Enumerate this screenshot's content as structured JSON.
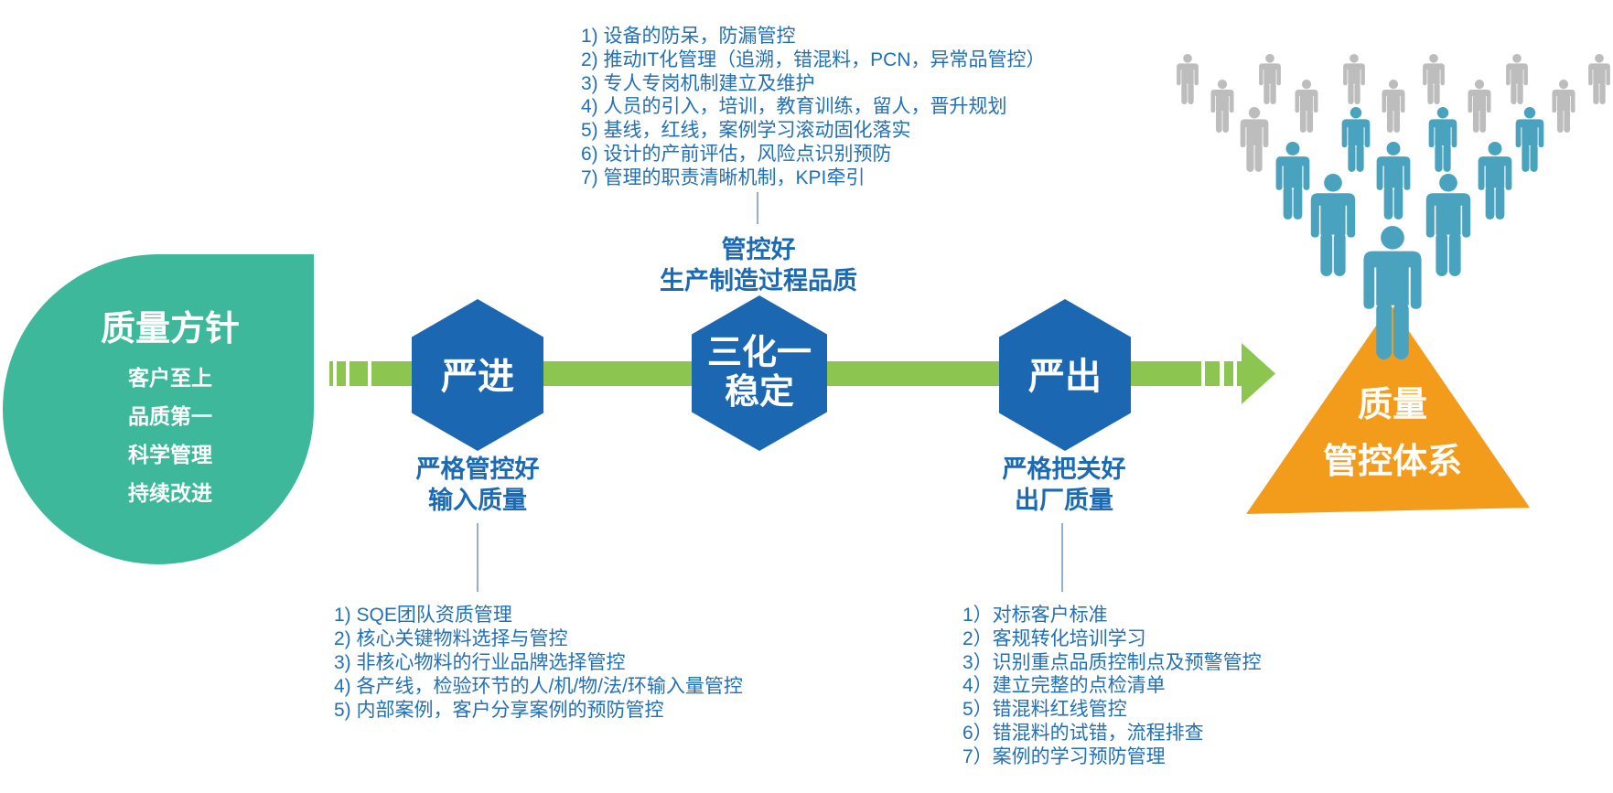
{
  "policy": {
    "title": "质量方针",
    "items": [
      "客户至上",
      "品质第一",
      "科学管理",
      "持续改进"
    ]
  },
  "stages": [
    {
      "hex_label": "严进",
      "caption": [
        "严格管控好",
        "输入质量"
      ],
      "items": [
        "1) SQE团队资质管理",
        "2) 核心关键物料选择与管控",
        "3) 非核心物料的行业品牌选择管控",
        "4) 各产线，检验环节的人/机/物/法/环输入量管控",
        "5) 内部案例，客户分享案例的预防管控"
      ]
    },
    {
      "hex_label": [
        "三化一",
        "稳定"
      ],
      "caption": [
        "管控好",
        "生产制造过程品质"
      ],
      "items": [
        "1) 设备的防呆，防漏管控",
        "2) 推动IT化管理（追溯，错混料，PCN，异常品管控）",
        "3) 专人专岗机制建立及维护",
        "4) 人员的引入，培训，教育训练，留人，晋升规划",
        "5) 基线，红线，案例学习滚动固化落实",
        "6) 设计的产前评估，风险点识别预防",
        "7) 管理的职责清晰机制，KPI牵引"
      ]
    },
    {
      "hex_label": "严出",
      "caption": [
        "严格把关好",
        "出厂质量"
      ],
      "items": [
        "1）对标客户标准",
        "2）客规转化培训学习",
        "3）识别重点品质控制点及预警管控",
        "4）建立完整的点检清单",
        "5）错混料红线管控",
        "6）错混料的试错，流程排查",
        "7）案例的学习预防管理"
      ]
    }
  ],
  "system": {
    "lines": [
      "质量",
      "管控体系"
    ]
  },
  "colors": {
    "leaf": "#3DB89A",
    "hex": "#1B67B1",
    "arrow": "#8CC54F",
    "triangle": "#F39C1C",
    "person_blue": "#4AA3BE",
    "person_gray": "#BDBDBD",
    "text": "#2270B8",
    "label": "#1C69B4"
  }
}
